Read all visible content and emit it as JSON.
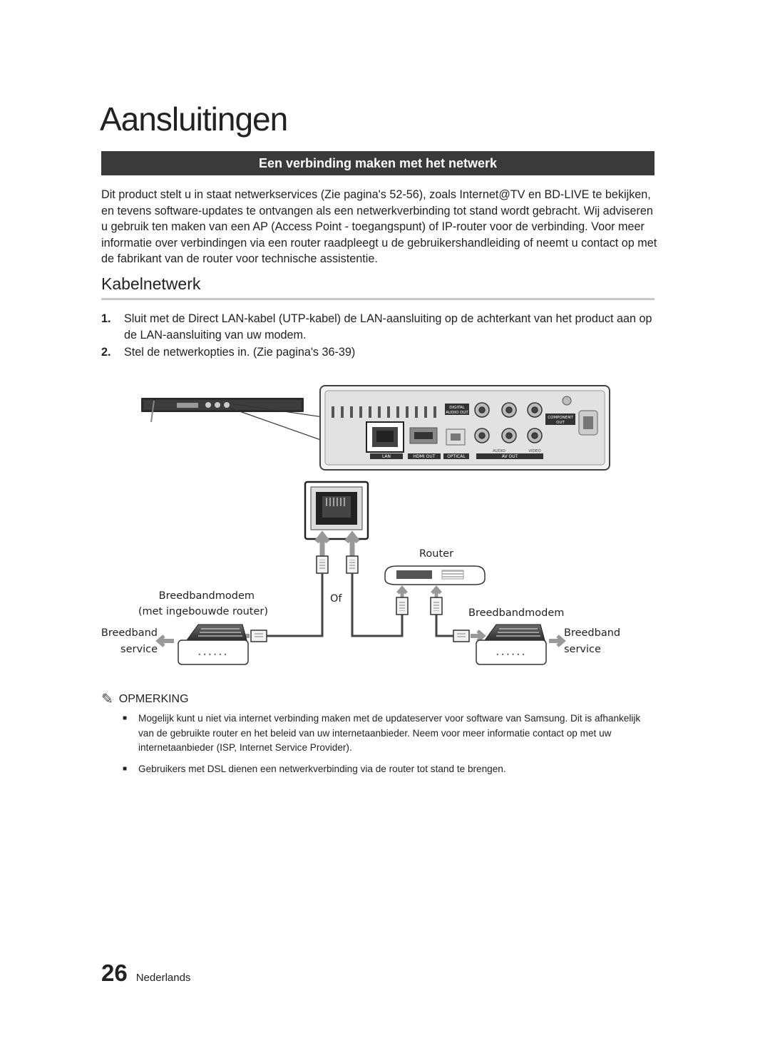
{
  "page": {
    "title": "Aansluitingen",
    "section_title": "Een verbinding maken met het netwerk",
    "intro": "Dit product stelt u in staat netwerkservices (Zie pagina's 52-56), zoals Internet@TV en BD-LIVE te bekijken, en tevens software-updates te ontvangen als een netwerkverbinding tot stand wordt gebracht. Wij adviseren u gebruik ten maken van een AP (Access Point - toegangspunt) of IP-router voor de verbinding. Voor meer informatie over verbindingen via een router raadpleegt u de gebruikershandleiding of neemt u contact op met de fabrikant van de router voor technische assistentie.",
    "subsection_title": "Kabelnetwerk",
    "steps": [
      {
        "num": "1.",
        "text": "Sluit met de Direct LAN-kabel (UTP-kabel) de LAN-aansluiting op de achterkant van het product aan op de LAN-aansluiting van uw modem."
      },
      {
        "num": "2.",
        "text": "Stel de netwerkopties in. (Zie pagina's 36-39)"
      }
    ],
    "diagram": {
      "panel_labels": {
        "lan": "LAN",
        "hdmi_out": "HDMI OUT",
        "optical": "OPTICAL",
        "av_out": "AV OUT",
        "digital_audio_out_1": "DIGITAL",
        "digital_audio_out_2": "AUDIO OUT",
        "component_out_1": "COMPONENT",
        "component_out_2": "OUT",
        "audio": "AUDIO",
        "video": "VIDEO"
      },
      "router": "Router",
      "of": "Of",
      "modem_builtin_line1": "Breedbandmodem",
      "modem_builtin_line2": "(met ingebouwde router)",
      "modem": "Breedbandmodem",
      "broadband_left_1": "Breedband",
      "broadband_left_2": "service",
      "broadband_right_1": "Breedband",
      "broadband_right_2": "service"
    },
    "note_heading": "OPMERKING",
    "notes": [
      "Mogelijk kunt u niet via internet verbinding maken met de updateserver voor software van Samsung. Dit is afhankelijk van de gebruikte router en het beleid van uw internetaanbieder. Neem voor meer informatie contact op met uw internetaanbieder (ISP, Internet Service Provider).",
      "Gebruikers met DSL dienen een netwerkverbinding via de router tot stand te brengen."
    ],
    "footer": {
      "page_number": "26",
      "language": "Nederlands"
    }
  }
}
